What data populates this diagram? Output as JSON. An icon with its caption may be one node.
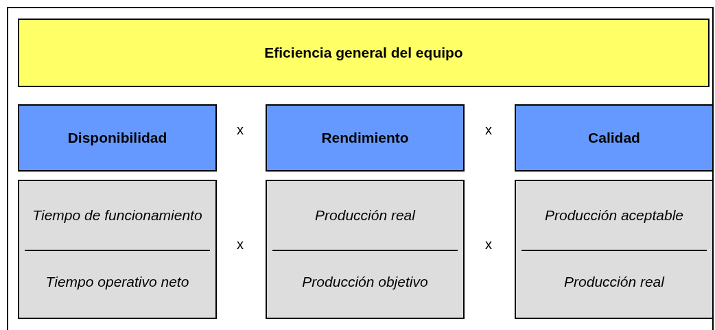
{
  "diagram": {
    "nodes": [
      {
        "text": [
          "Eficiencia general del equipo"
        ]
      },
      {
        "text": [
          "Disponibilidad"
        ]
      },
      {
        "text": [
          "Rendimiento"
        ]
      },
      {
        "text": [
          "Calidad"
        ]
      },
      {
        "text": [
          "Tiempo de funcionamiento",
          "Tiempo operativo neto"
        ]
      },
      {
        "text": [
          "Producción real",
          "Producción objetivo"
        ]
      },
      {
        "text": [
          "Producción aceptable",
          "Producción real"
        ]
      }
    ],
    "labels": [
      "x",
      "x",
      "x",
      "x"
    ]
  }
}
